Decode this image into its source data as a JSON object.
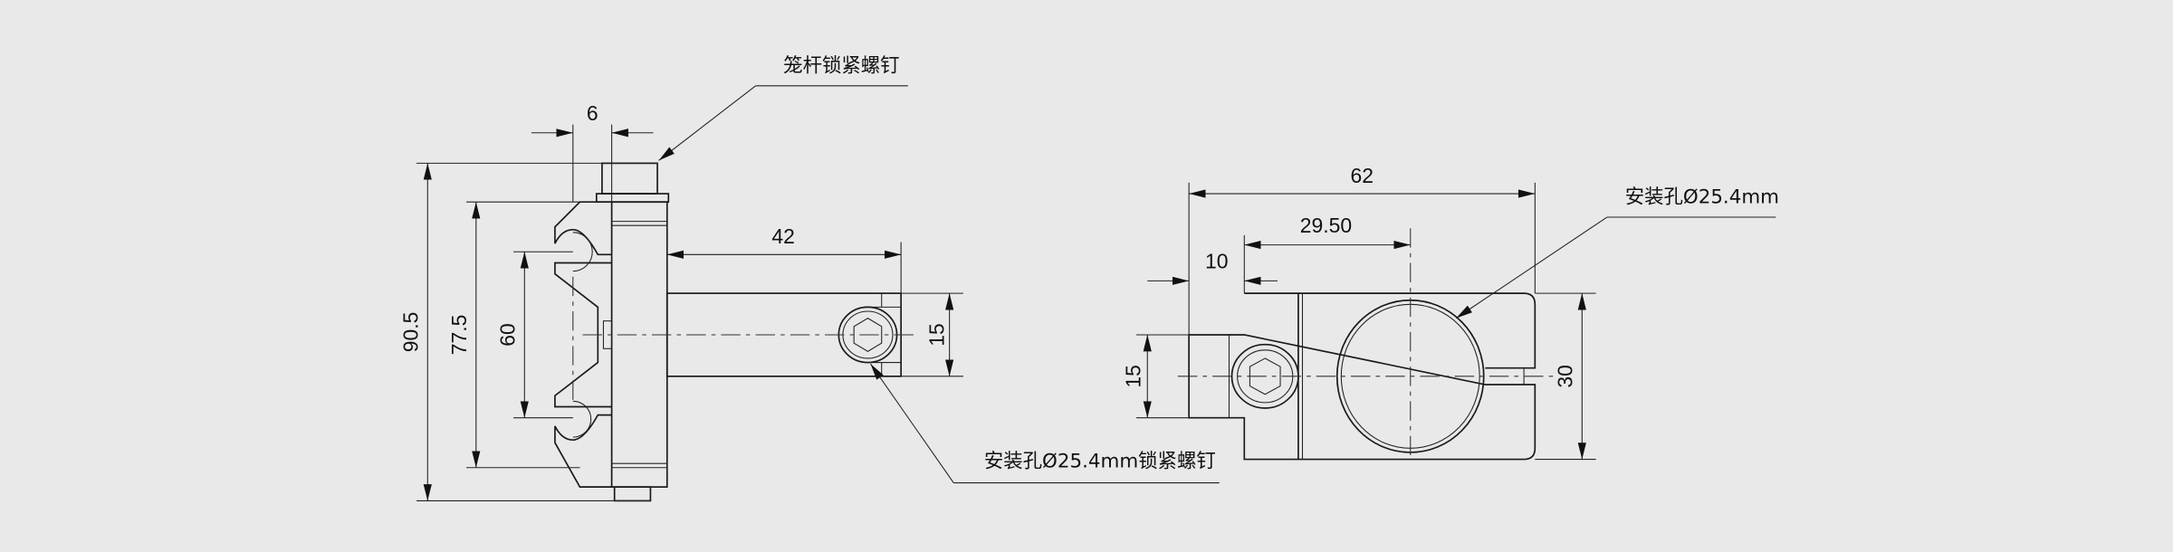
{
  "side_view": {
    "callouts": {
      "cage_rod_screw": "笼杆锁紧螺钉",
      "mount_hole_lock_screw": "安装孔Ø25.4mm锁紧螺钉"
    },
    "dimensions": {
      "thickness": "6",
      "arm_length": "42",
      "arm_width": "15",
      "total_height": "90.5",
      "body_height": "77.5",
      "rod_spacing": "60"
    }
  },
  "front_view": {
    "callouts": {
      "mount_hole": "安装孔Ø25.4mm"
    },
    "dimensions": {
      "total_width": "62",
      "hole_offset": "29.50",
      "step_width": "10",
      "step_height": "15",
      "body_height": "30"
    }
  },
  "colors": {
    "background": "#e9e9e9",
    "line": "#1a1a1a"
  }
}
